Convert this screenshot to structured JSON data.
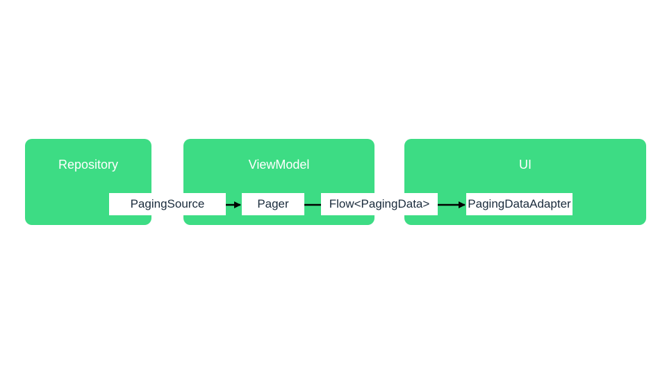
{
  "groups": {
    "repository": {
      "label": "Repository"
    },
    "viewmodel": {
      "label": "ViewModel"
    },
    "ui": {
      "label": "UI"
    }
  },
  "nodes": {
    "paging_source": {
      "label": "PagingSource"
    },
    "pager": {
      "label": "Pager"
    },
    "flow": {
      "label": "Flow<PagingData>"
    },
    "paging_data_adapter": {
      "label": "PagingDataAdapter"
    }
  },
  "colors": {
    "group_fill": "#3ddc84",
    "group_label": "#ffffff",
    "node_fill": "#ffffff",
    "node_text": "#1a2b3c",
    "edge": "#000000"
  }
}
